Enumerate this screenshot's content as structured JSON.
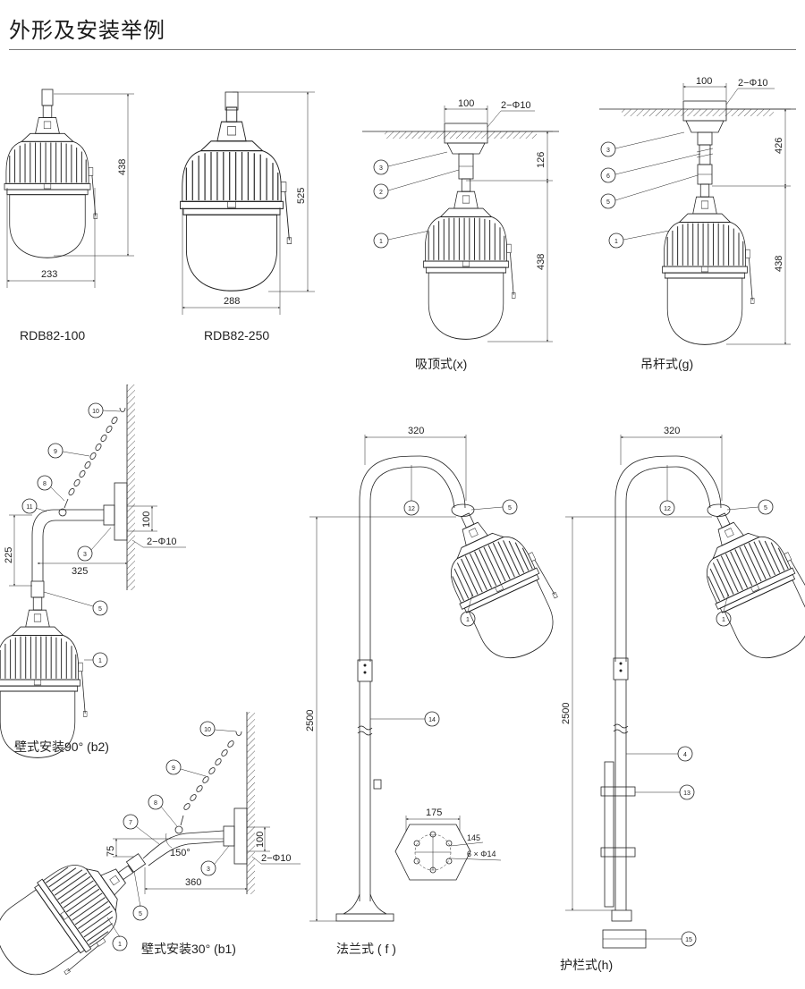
{
  "title": "外形及安装举例",
  "captions": {
    "rdb100": "RDB82-100",
    "rdb250": "RDB82-250",
    "ceiling": "吸顶式(x)",
    "rod": "吊杆式(g)",
    "wall90": "壁式安装90° (b2)",
    "wall30": "壁式安装30° (b1)",
    "flange": "法兰式 ( f )",
    "rail": "护栏式(h)"
  },
  "dimensions": {
    "rdb100_h": "438",
    "rdb100_w": "233",
    "rdb250_h": "525",
    "rdb250_w": "288",
    "x_w": "100",
    "x_hole": "2−Φ10",
    "x_h1": "126",
    "x_h2": "438",
    "g_w": "100",
    "g_hole": "2−Φ10",
    "g_h1": "426",
    "g_h2": "438",
    "b2_h": "225",
    "b2_w": "325",
    "b2_plate": "100",
    "b2_hole": "2−Φ10",
    "b1_h": "75",
    "b1_angle": "150°",
    "b1_w": "360",
    "b1_plate": "100",
    "b1_hole": "2−Φ10",
    "f_w": "320",
    "f_h": "2500",
    "flange_w": "175",
    "flange_pcd": "145",
    "flange_holes": "6 × Φ14",
    "h_w": "320",
    "h_h": "2500"
  },
  "callouts": {
    "x": [
      "3",
      "2",
      "1"
    ],
    "g": [
      "3",
      "6",
      "5",
      "1"
    ],
    "b2": [
      "10",
      "9",
      "8",
      "11",
      "3",
      "5",
      "1"
    ],
    "b1": [
      "10",
      "9",
      "8",
      "7",
      "3",
      "5",
      "1"
    ],
    "f": [
      "12",
      "5",
      "1",
      "14"
    ],
    "h": [
      "12",
      "5",
      "1",
      "4",
      "13",
      "15"
    ]
  }
}
